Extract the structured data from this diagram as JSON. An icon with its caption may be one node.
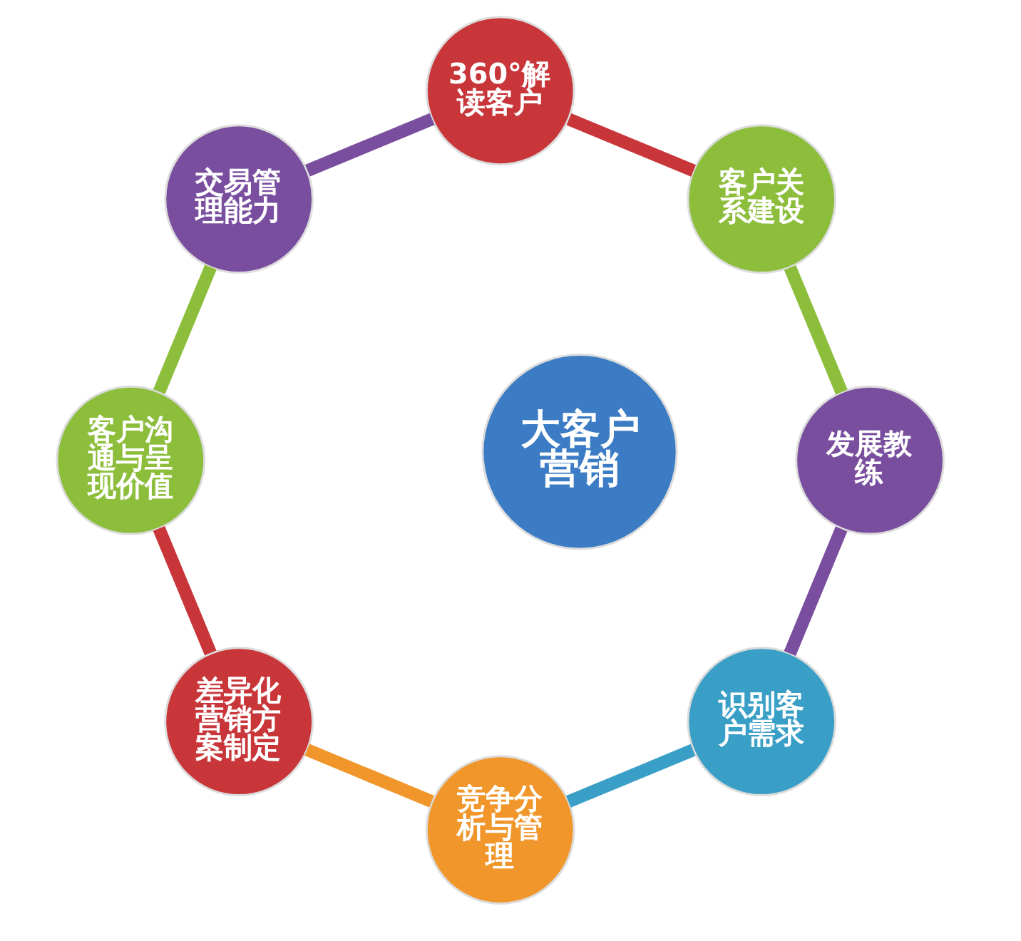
{
  "diagram": {
    "nodes": [
      {
        "text": [
          "大客户营销"
        ]
      },
      {
        "text": [
          "360°解读客户"
        ]
      },
      {
        "text": [
          "客户关系建设"
        ]
      },
      {
        "text": [
          "发展教练"
        ]
      },
      {
        "text": [
          "识别客户需求"
        ]
      },
      {
        "text": [
          "竞争分析与管理"
        ]
      },
      {
        "text": [
          "差异化营销方案制定"
        ]
      },
      {
        "text": [
          "客户沟通与呈现价值"
        ]
      },
      {
        "text": [
          "交易管理能力"
        ]
      }
    ],
    "edges": [
      {
        "from": 1,
        "to": 2,
        "arrow": "none",
        "color": "#c8363a"
      },
      {
        "from": 2,
        "to": 3,
        "arrow": "none",
        "color": "#8cbd3b"
      },
      {
        "from": 3,
        "to": 4,
        "arrow": "none",
        "color": "#7a4e9f"
      },
      {
        "from": 4,
        "to": 5,
        "arrow": "none",
        "color": "#3a9fc6"
      },
      {
        "from": 5,
        "to": 6,
        "arrow": "none",
        "color": "#f0962b"
      },
      {
        "from": 6,
        "to": 7,
        "arrow": "none",
        "color": "#c8363a"
      },
      {
        "from": 7,
        "to": 8,
        "arrow": "none",
        "color": "#8cbd3b"
      },
      {
        "from": 8,
        "to": 1,
        "arrow": "none",
        "color": "#7a4e9f"
      }
    ]
  }
}
